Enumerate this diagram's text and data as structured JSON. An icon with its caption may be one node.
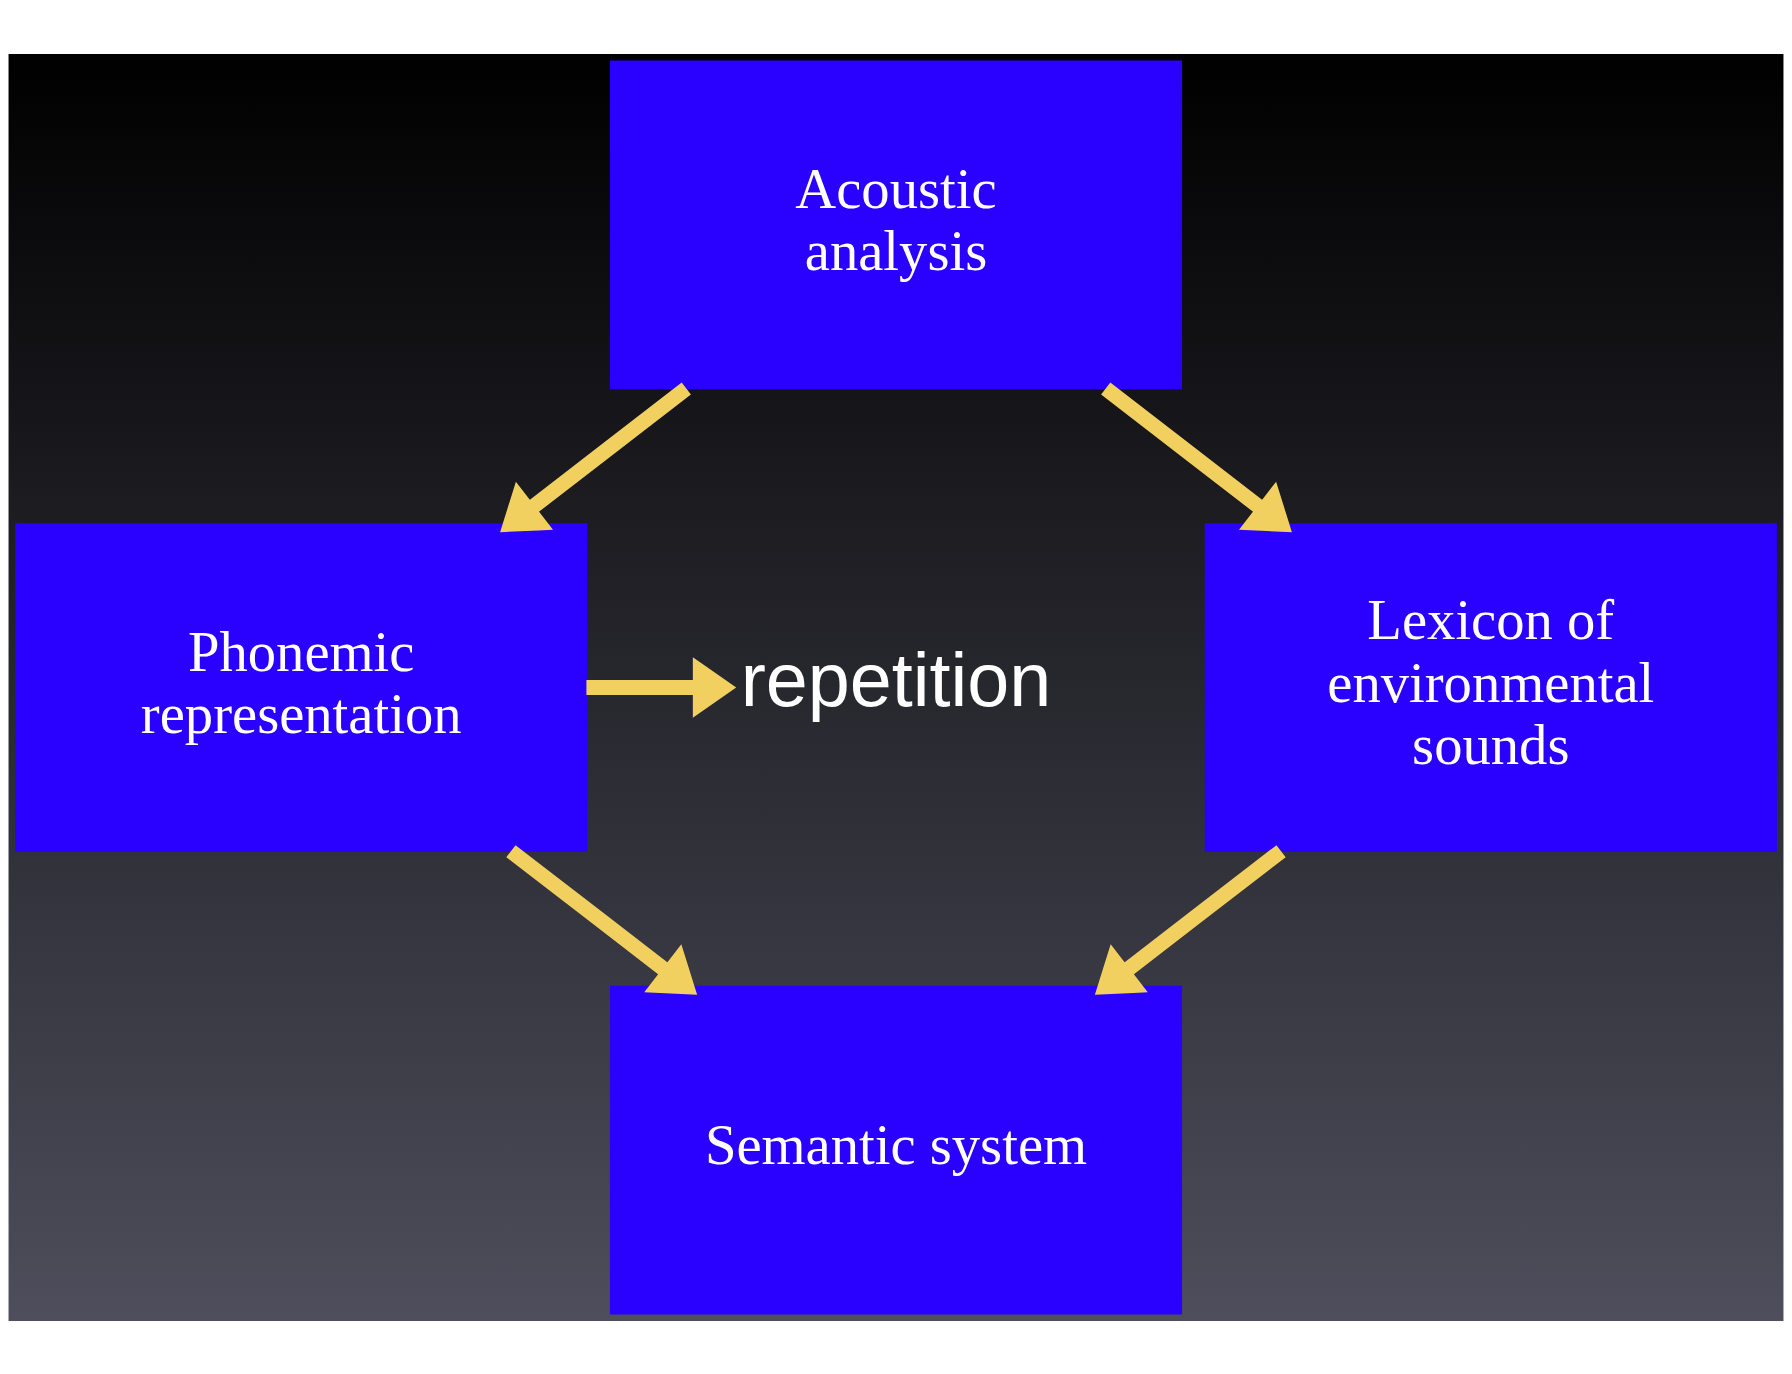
{
  "diagram": {
    "nodes": [
      {
        "text": [
          "Acoustic analysis"
        ]
      },
      {
        "text": [
          "Phonemic representation"
        ]
      },
      {
        "text": [
          "Lexicon of environmental sounds"
        ]
      },
      {
        "text": [
          "Semantic system"
        ]
      },
      {
        "text": [
          "repetition"
        ]
      }
    ],
    "edges": [
      {
        "from": 0,
        "to": 2,
        "arrow": "to"
      },
      {
        "from": 0,
        "to": 1,
        "arrow": "to"
      },
      {
        "from": 1,
        "to": 4,
        "arrow": "to"
      },
      {
        "from": 1,
        "to": 3,
        "arrow": "to"
      },
      {
        "from": 2,
        "to": 3,
        "arrow": "to"
      }
    ]
  }
}
